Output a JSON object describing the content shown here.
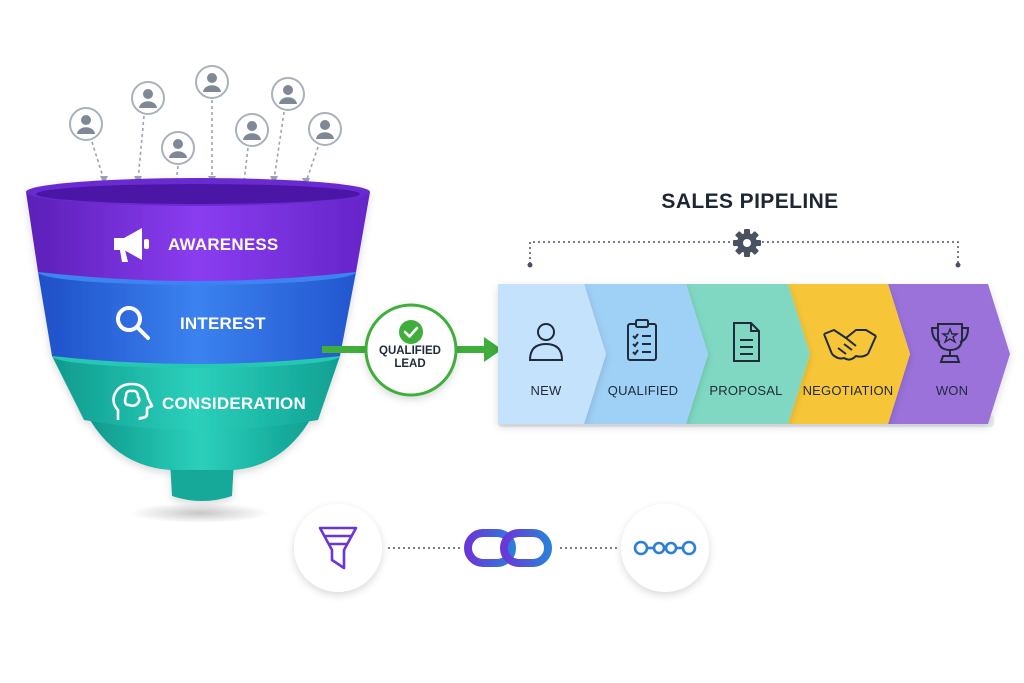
{
  "funnel": {
    "stages": [
      {
        "label": "AWARENESS",
        "icon": "megaphone-icon",
        "color": "#7b2fe0"
      },
      {
        "label": "INTEREST",
        "icon": "magnifier-icon",
        "color": "#2f6fe8"
      },
      {
        "label": "CONSIDERATION",
        "icon": "brain-head-icon",
        "color": "#18b6a4"
      }
    ],
    "people_icon": "person-icon"
  },
  "qualified_lead": {
    "label": "QUALIFIED LEAD",
    "icon": "checkmark-icon",
    "accent": "#3fae3a"
  },
  "pipeline": {
    "title": "SALES PIPELINE",
    "settings_icon": "gear-icon",
    "stages": [
      {
        "label": "NEW",
        "icon": "person-icon",
        "color": "#bfe0fb"
      },
      {
        "label": "QUALIFIED",
        "icon": "clipboard-checklist-icon",
        "color": "#9fd0f6"
      },
      {
        "label": "PROPOSAL",
        "icon": "document-icon",
        "color": "#7fd9c0"
      },
      {
        "label": "NEGOTIATION",
        "icon": "handshake-icon",
        "color": "#f7c637"
      },
      {
        "label": "WON",
        "icon": "trophy-icon",
        "color": "#9a72da"
      }
    ]
  },
  "bottom_icons": [
    {
      "icon": "funnel-icon"
    },
    {
      "icon": "chain-link-icon"
    },
    {
      "icon": "pipeline-nodes-icon"
    }
  ]
}
